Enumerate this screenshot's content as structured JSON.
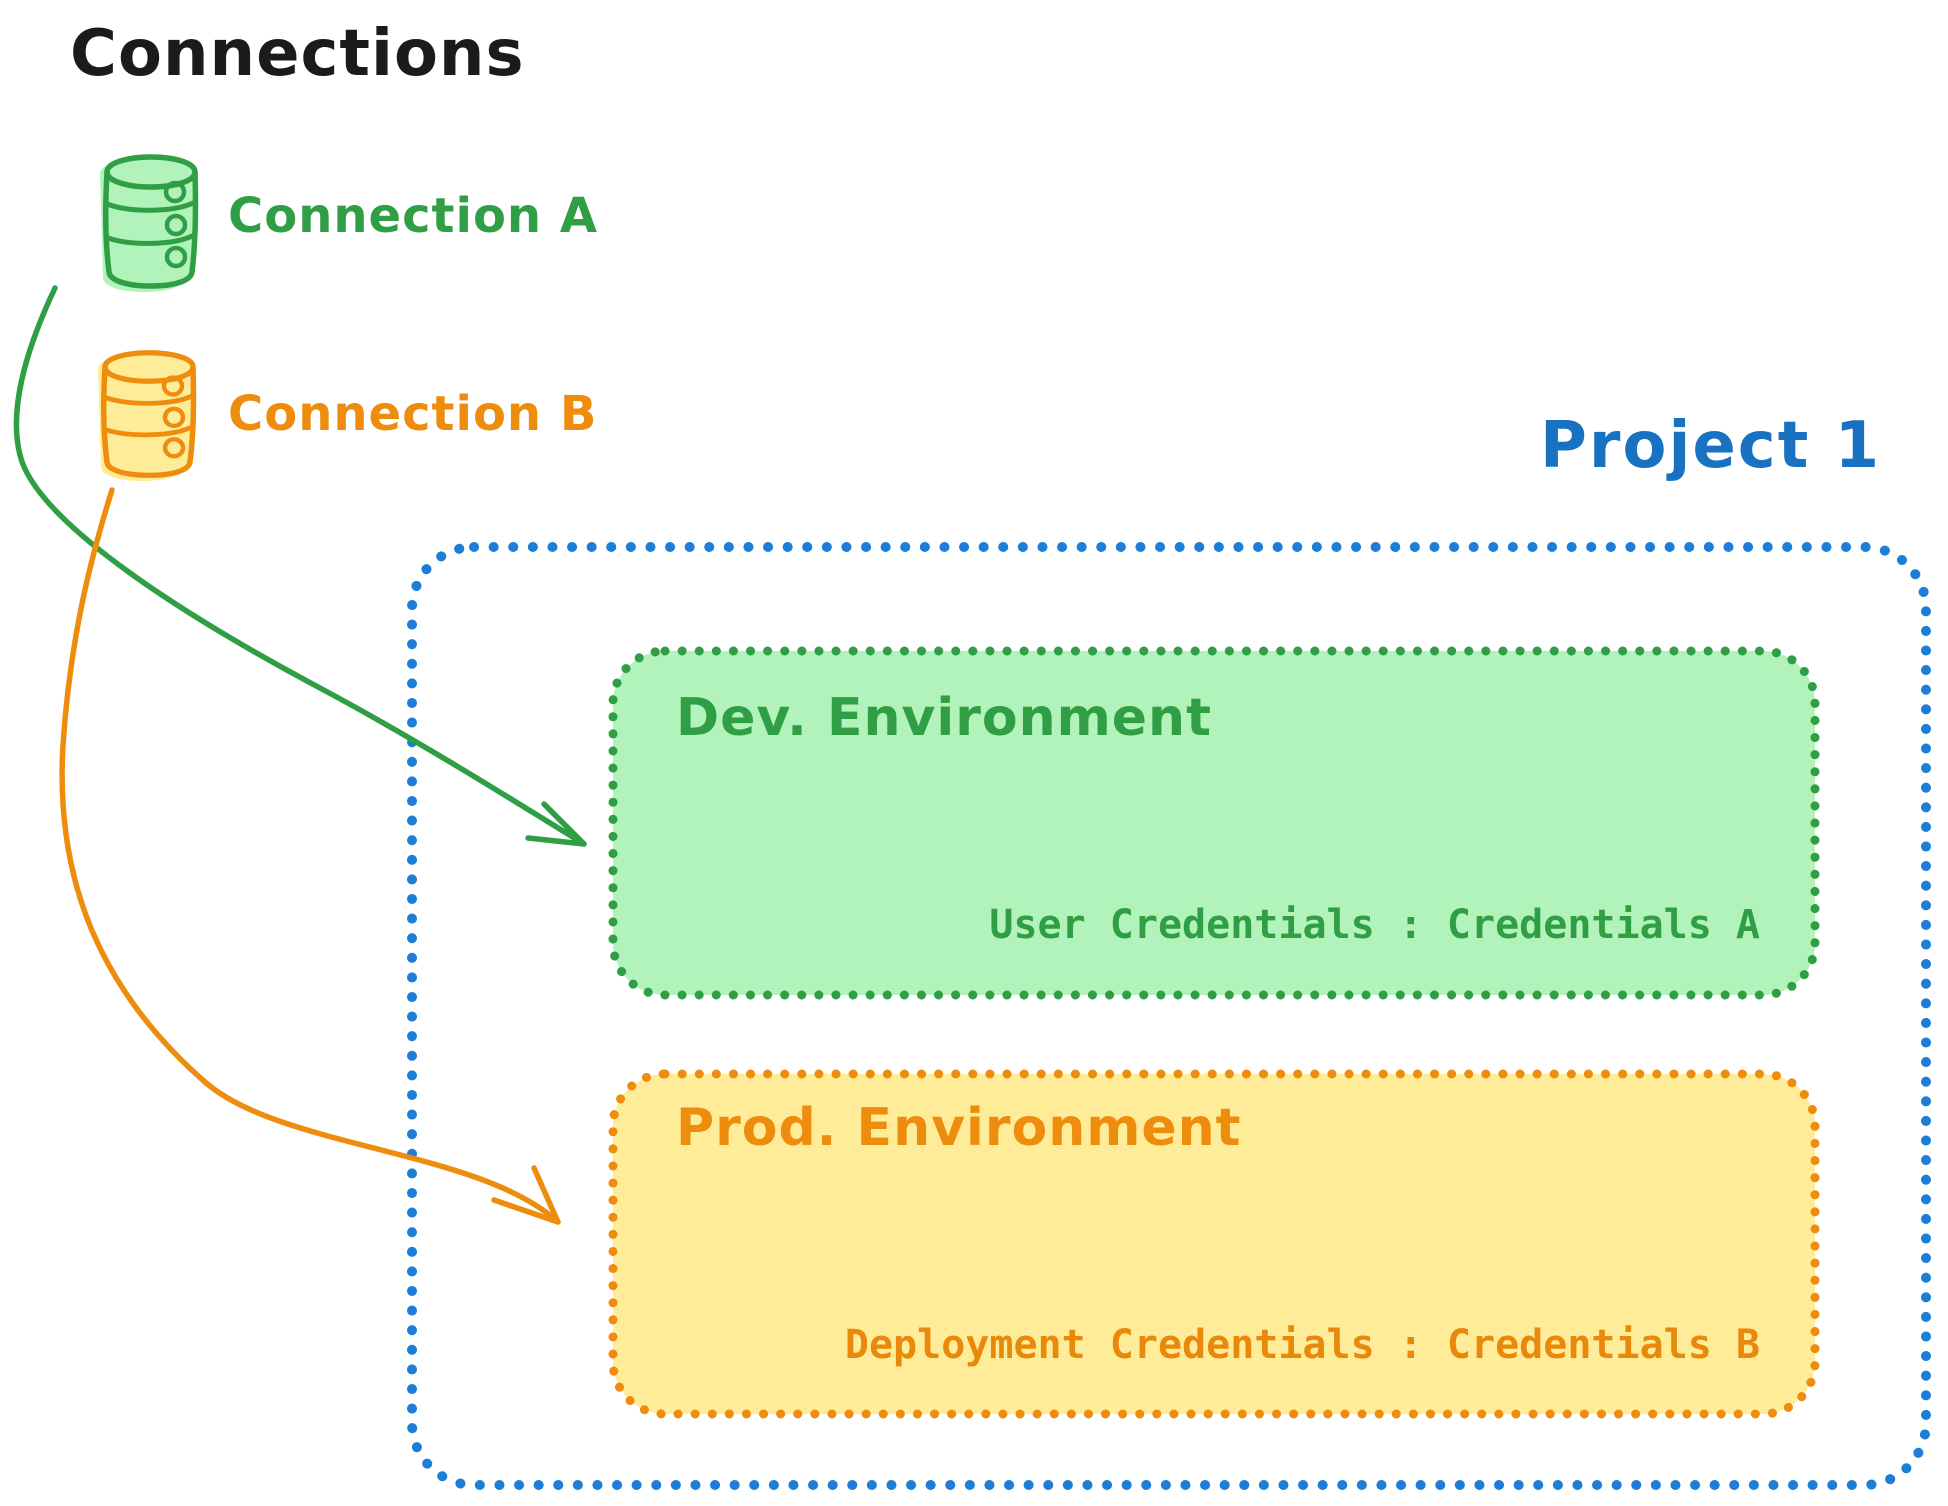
{
  "title": {
    "text": "Connections",
    "color": "#1b1b1b"
  },
  "connections": [
    {
      "label": "Connection A",
      "stroke": "#2f9e44",
      "fill": "#b2f2bb",
      "icon": "database-icon"
    },
    {
      "label": "Connection B",
      "stroke": "#ee8c0e",
      "fill": "#ffec99",
      "icon": "database-icon"
    }
  ],
  "project": {
    "label": "Project 1",
    "title_color": "#1971c2",
    "border_color": "#1c7ed6",
    "environments": [
      {
        "title": "Dev. Environment",
        "credentials_text": "User Credentials : Credentials A",
        "stroke": "#2f9e44",
        "fill": "#b2f2bb"
      },
      {
        "title": "Prod. Environment",
        "credentials_text": "Deployment Credentials : Credentials B",
        "stroke": "#ee8c0e",
        "fill": "#ffec99"
      }
    ]
  },
  "arrows": [
    {
      "name": "connection-a-to-dev-environment",
      "color": "#2f9e44"
    },
    {
      "name": "connection-b-to-prod-environment",
      "color": "#ee8c0e"
    }
  ]
}
